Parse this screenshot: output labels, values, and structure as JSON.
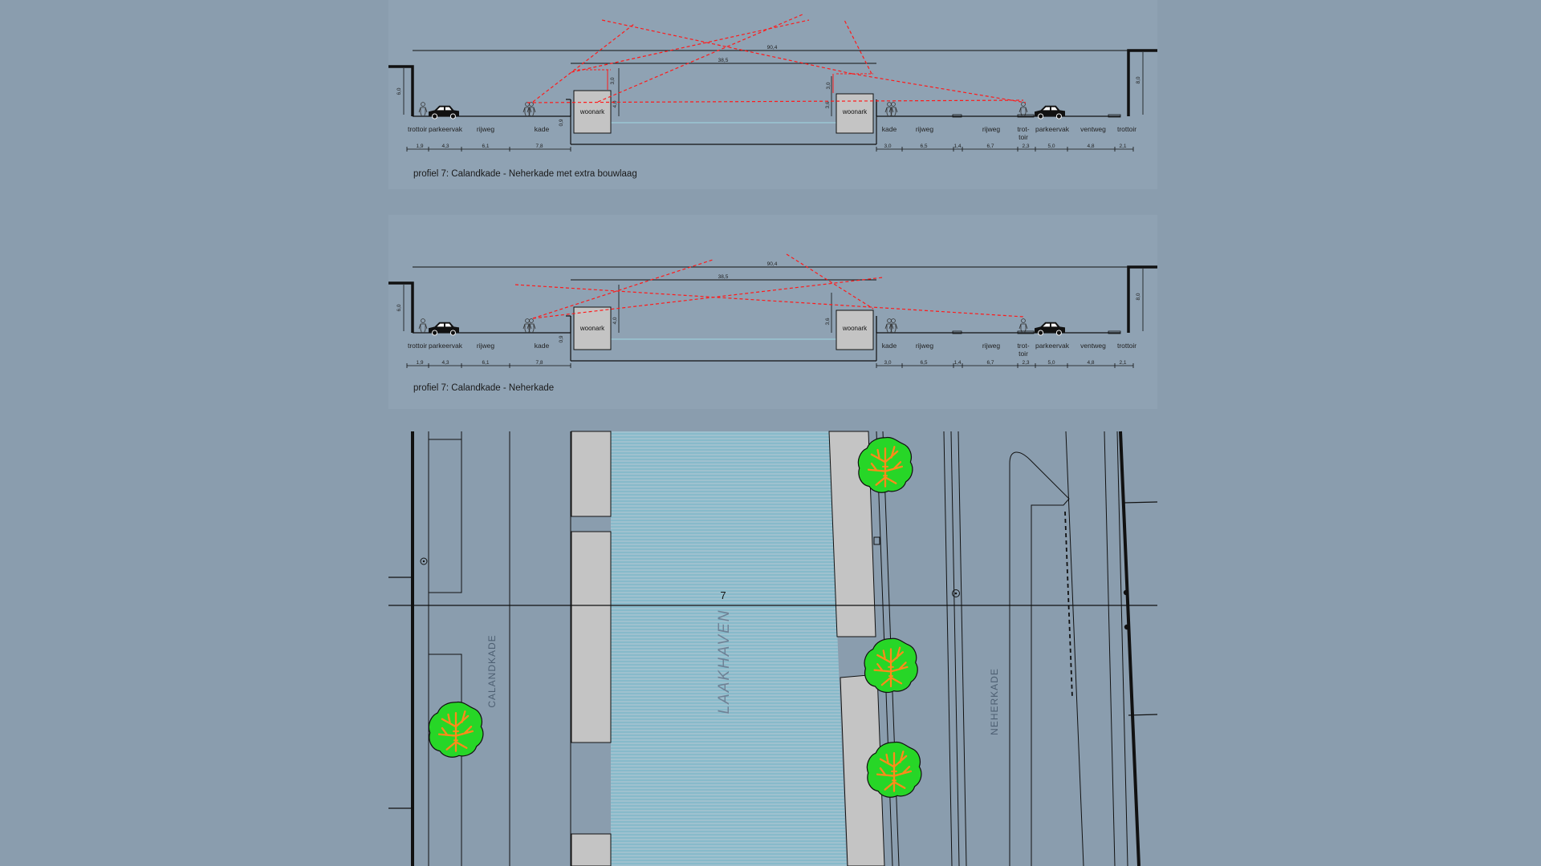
{
  "profiles": [
    {
      "id": "extra",
      "caption": "profiel 7: Calandkade - Neherkade  met extra bouwlaag",
      "left_height": "6,0",
      "right_height": "8,0",
      "overall_width": "90,4",
      "harbour_width": "38,5",
      "quay_left": "0,9",
      "boat_left_height": "4,0",
      "boat_right_height": "3,6",
      "boat_label": "woonark",
      "extra_left": "3,0",
      "extra_right": "3,0",
      "left_labels": [
        "trottoir",
        "parkeervak",
        "rijweg",
        "kade"
      ],
      "left_dims": [
        "1,9",
        "4,3",
        "6,1",
        "7,8"
      ],
      "right_labels": [
        "kade",
        "rijweg",
        "rijweg",
        "trot-\ntoir",
        "parkeervak",
        "ventweg",
        "trottoir"
      ],
      "right_dims": [
        "3,0",
        "6,5",
        "1,4",
        "6,7",
        "2,3",
        "5,0",
        "4,8",
        "2,1"
      ]
    },
    {
      "id": "base",
      "caption": "profiel 7: Calandkade - Neherkade",
      "left_height": "6,0",
      "right_height": "8,0",
      "overall_width": "90,4",
      "harbour_width": "38,5",
      "quay_left": "0,9",
      "boat_left_height": "4,0",
      "boat_right_height": "3,6",
      "boat_label": "woonark",
      "left_labels": [
        "trottoir",
        "parkeervak",
        "rijweg",
        "kade"
      ],
      "left_dims": [
        "1,9",
        "4,3",
        "6,1",
        "7,8"
      ],
      "right_labels": [
        "kade",
        "rijweg",
        "rijweg",
        "trot-\ntoir",
        "parkeervak",
        "ventweg",
        "trottoir"
      ],
      "right_dims": [
        "3,0",
        "6,5",
        "1,4",
        "6,7",
        "2,3",
        "5,0",
        "4,8",
        "2,1"
      ]
    }
  ],
  "plan": {
    "section_marker": "7",
    "street_left": "CALANDKADE",
    "street_right": "NEHERKADE",
    "harbour": "LAAKHAVEN"
  },
  "colors": {
    "background": "#8a9dae",
    "line": "#111111",
    "sightline": "#ff1a1a",
    "water": "#9ac6d3",
    "boat": "#c4c4c4",
    "tree_canopy": "#27d627",
    "tree_branches": "#ff8a1a"
  }
}
